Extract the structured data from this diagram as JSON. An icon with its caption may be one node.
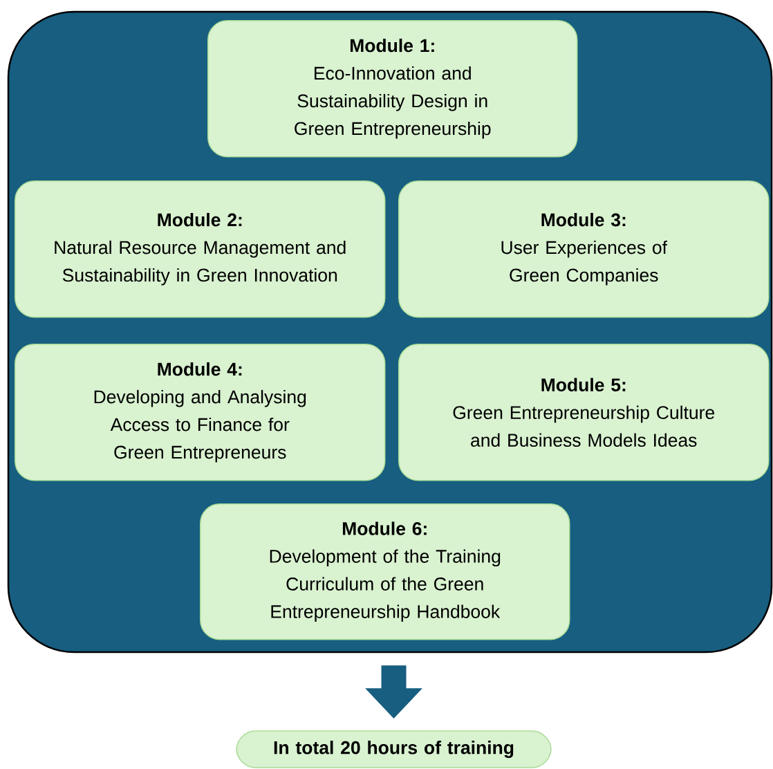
{
  "diagram": {
    "nodes": [
      {
        "text": [],
        "shape": "box"
      },
      {
        "text": [
          "Module 1:",
          "Eco-Innovation and Sustainability Design in Green Entrepreneurship"
        ],
        "in": 0
      },
      {
        "text": [
          "Module 2:",
          "Natural Resource Management and Sustainability in Green Innovation"
        ],
        "in": 0
      },
      {
        "text": [
          "Module 3:",
          "User Experiences of Green Companies"
        ],
        "in": 0
      },
      {
        "text": [
          "Module 4:",
          "Developing and Analysing Access to Finance for Green Entrepreneurs"
        ],
        "in": 0
      },
      {
        "text": [
          "Module 5:",
          "Green Entrepreneurship Culture and Business Models Ideas"
        ],
        "in": 0
      },
      {
        "text": [
          "Module 6:",
          "Development of the Training Curriculum of the Green Entrepreneurship Handbook"
        ],
        "in": 0
      },
      {
        "text": [
          "In total 20 hours of training"
        ]
      }
    ],
    "edges": [
      {
        "from": 0,
        "to": 7,
        "arrow": "to"
      }
    ]
  }
}
